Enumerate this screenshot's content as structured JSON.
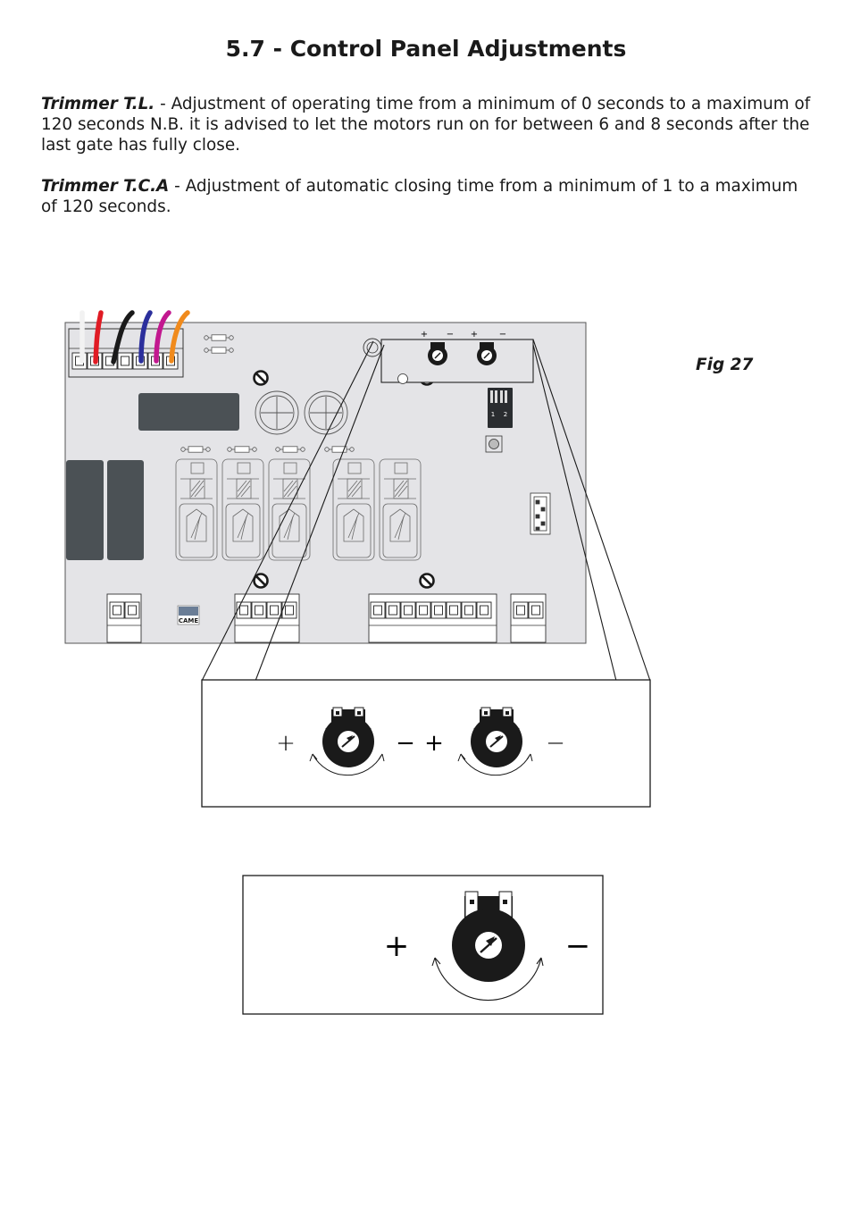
{
  "page": {
    "title": "5.7 - Control Panel Adjustments",
    "paragraphs": [
      {
        "label": "Trimmer T.L.",
        "text": " - Adjustment of operating time from a minimum of 0 seconds to a maximum of 120 seconds N.B. it is advised to let the motors run on for between 6 and 8 seconds after the last gate has fully close."
      },
      {
        "label": "Trimmer T.C.A",
        "text": " - Adjustment of automatic closing time from a minimum of 1 to a maximum of 120 seconds."
      }
    ],
    "figure_label": "Fig 27"
  },
  "board": {
    "logo_text": "CAME",
    "dip_labels": [
      "1",
      "2"
    ],
    "trimmer_signs": [
      "+",
      "−",
      "+",
      "−"
    ],
    "wire_colors": [
      "#f2f2f2",
      "#e01b24",
      "#1a1a1a",
      "#2b2f9c",
      "#c2188f",
      "#f08a1c"
    ],
    "board_color": "#e4e4e7",
    "relay_color": "#4b5155"
  },
  "zoom1": {
    "signs": [
      "+",
      "−",
      "+",
      "−"
    ]
  },
  "zoom2": {
    "signs": [
      "+",
      "−"
    ]
  }
}
